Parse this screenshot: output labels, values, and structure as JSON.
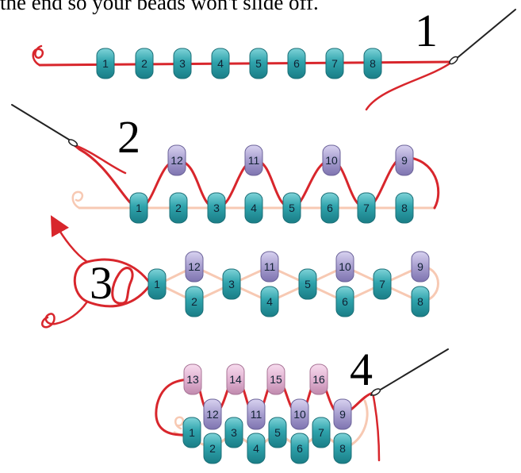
{
  "caption": "the end so your beads won't slide off.",
  "steps": [
    "1",
    "2",
    "3",
    "4"
  ],
  "colors": {
    "thread": "#d8262c",
    "thread_old": "#f7c9b3",
    "bead_teal": "#2fa3ac",
    "bead_purple": "#a79ecf",
    "bead_pink": "#e2b3d2",
    "needle": "#222222"
  },
  "beads": {
    "step1": [
      "1",
      "2",
      "3",
      "4",
      "5",
      "6",
      "7",
      "8"
    ],
    "step2_bottom": [
      "1",
      "2",
      "3",
      "4",
      "5",
      "6",
      "7",
      "8"
    ],
    "step2_top": [
      "12",
      "11",
      "10",
      "9"
    ],
    "step3": [
      "1",
      "12",
      "2",
      "3",
      "11",
      "4",
      "5",
      "10",
      "6",
      "7",
      "9",
      "8"
    ],
    "step4_top": [
      "13",
      "14",
      "15",
      "16"
    ],
    "step4_mid": [
      "12",
      "11",
      "10",
      "9"
    ],
    "step4_bottom": [
      "1",
      "2",
      "3",
      "4",
      "5",
      "6",
      "7",
      "8"
    ]
  }
}
